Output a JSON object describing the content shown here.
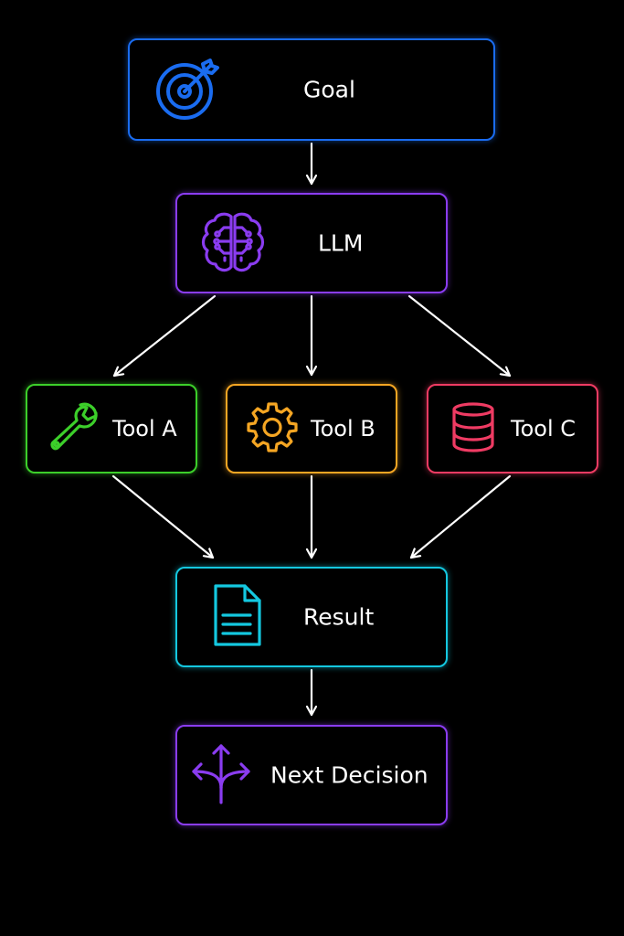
{
  "diagram": {
    "nodes": {
      "goal": {
        "label": "Goal",
        "icon": "target-icon",
        "color": "#1a6cf0"
      },
      "llm": {
        "label": "LLM",
        "icon": "brain-icon",
        "color": "#8a3cf0"
      },
      "tool_a": {
        "label": "Tool A",
        "icon": "wrench-icon",
        "color": "#3ccf2a"
      },
      "tool_b": {
        "label": "Tool B",
        "icon": "gear-icon",
        "color": "#f5a623"
      },
      "tool_c": {
        "label": "Tool C",
        "icon": "database-icon",
        "color": "#ef3b63"
      },
      "result": {
        "label": "Result",
        "icon": "document-icon",
        "color": "#14c8e0"
      },
      "next_decision": {
        "label": "Next Decision",
        "icon": "split-arrows-icon",
        "color": "#8a3cf0"
      }
    },
    "edges": [
      {
        "from": "goal",
        "to": "llm"
      },
      {
        "from": "llm",
        "to": "tool_a"
      },
      {
        "from": "llm",
        "to": "tool_b"
      },
      {
        "from": "llm",
        "to": "tool_c"
      },
      {
        "from": "tool_a",
        "to": "result"
      },
      {
        "from": "tool_b",
        "to": "result"
      },
      {
        "from": "tool_c",
        "to": "result"
      },
      {
        "from": "result",
        "to": "next_decision"
      }
    ],
    "arrow_color": "#ffffff"
  }
}
